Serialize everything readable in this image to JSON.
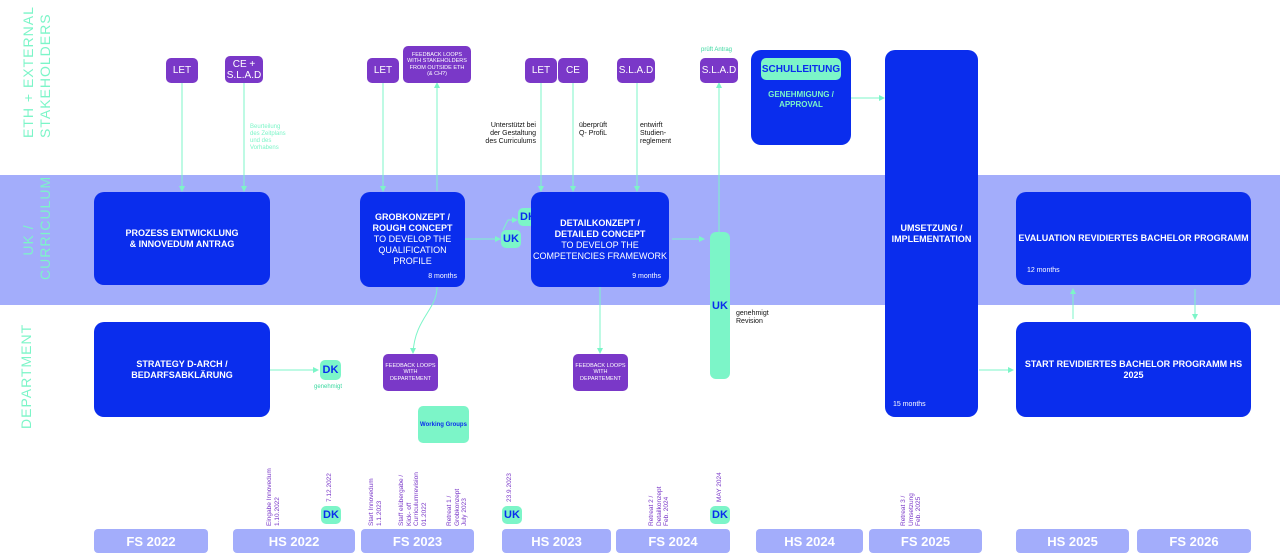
{
  "lanes": {
    "external": [
      "ETH + EXTERNAL",
      "STAKEHOLDERS"
    ],
    "uk": [
      "UK /",
      "CURRICULUM"
    ],
    "department": "DEPARTMENT"
  },
  "stakeholders": {
    "let1": "LET",
    "ce_slad": [
      "CE +",
      "S.L.A.D"
    ],
    "let2": "LET",
    "feedback_eth": [
      "FEEDBACK LOOPS",
      "WITH STAKEHOLDERS",
      "FROM OUTSIDE ETH",
      "(& CH?)"
    ],
    "let3": "LET",
    "ce": "CE",
    "slad1": "S.L.A.D",
    "slad2": "S.L.A.D",
    "slad2_note": "prüft Antrag"
  },
  "notes": {
    "ce_slad_note": [
      "Beurteilung",
      "des Zeitplans",
      "und des",
      "Vorhabens"
    ],
    "let3_note": [
      "Unterstützt bei",
      "der Gestaltung",
      "des Curriculums"
    ],
    "ce_note": [
      "überprüft",
      "Q- ProfiL"
    ],
    "slad1_note": [
      "entwirft",
      "Studien-",
      "reglement"
    ],
    "uk_approved": [
      "genehmigt",
      "Revision"
    ],
    "dk_approved": "genehmigt"
  },
  "schulleitung": {
    "badge": "SCHULLEITUNG",
    "label": [
      "GENEHMIGUNG /",
      "APPROVAL"
    ]
  },
  "uk_boxes": {
    "prozess": [
      "PROZESS ENTWICKLUNG",
      "& INNOVEDUM ANTRAG"
    ],
    "grob_title": [
      "GROBKONZEPT /",
      "ROUGH CONCEPT"
    ],
    "grob_sub": [
      "TO DEVELOP THE",
      "QUALIFICATION",
      "PROFILE"
    ],
    "grob_dur": "8 months",
    "detail_title": [
      "DETAILKONZEPT /",
      "DETAILED CONCEPT"
    ],
    "detail_sub": [
      "TO DEVELOP THE",
      "COMPETENCIES FRAMEWORK"
    ],
    "detail_dur": "9 months",
    "umsetzung": [
      "UMSETZUNG /",
      "IMPLEMENTATION"
    ],
    "umsetzung_dur": "15 months",
    "evaluation": "EVALUATION REVIDIERTES BACHELOR PROGRAMM",
    "evaluation_dur": "12 months",
    "start": "START REVIDIERTES BACHELOR PROGRAMM HS 2025"
  },
  "dept": {
    "strategy": [
      "STRATEGY D-ARCH /",
      "BEDARFSABKLÄRUNG"
    ],
    "feedback1": [
      "FEEDBACK LOOPS",
      "WITH",
      "DEPARTEMENT"
    ],
    "feedback2": [
      "FEEDBACK LOOPS",
      "WITH",
      "DEPARTEMENT"
    ],
    "working_groups": "Working Groups"
  },
  "badges": {
    "dk": "DK",
    "uk": "UK"
  },
  "dates": {
    "d1": [
      "Eingabe Innovedum",
      "1.10.2022"
    ],
    "d2": "7.12.2022",
    "d3": [
      "Start Innovedum",
      "1.1.2023"
    ],
    "d4": [
      "Staff elübergabe /",
      "Kick- off",
      "Curriculumrevision",
      "01.2022"
    ],
    "d5": [
      "Retreat 1 /",
      "Grobkonzept",
      "July 2023"
    ],
    "d6": "23.9.2023",
    "d7": [
      "Retreat 2 /",
      "Detailkonzept",
      "Feb. 2024"
    ],
    "d8": "MAY 2024",
    "d9": [
      "Retreat 3 /",
      "Umsetzung",
      "Feb. 2025"
    ]
  },
  "semesters": [
    "FS 2022",
    "HS 2022",
    "FS 2023",
    "HS 2023",
    "FS 2024",
    "HS 2024",
    "FS 2025",
    "HS 2025",
    "FS 2026"
  ],
  "colors": {
    "blue": "#0a2ded",
    "purple": "#7a38c8",
    "mint": "#7cf5c8",
    "lavender": "#a3adfb"
  }
}
